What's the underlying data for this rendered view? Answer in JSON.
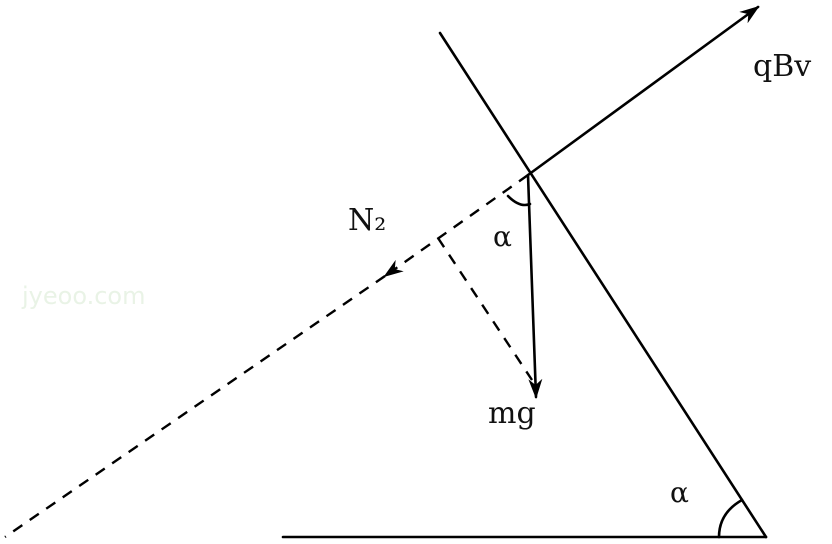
{
  "labels": {
    "qbv": "qBv",
    "n2": "N₂",
    "alpha_top": "α",
    "mg": "mg",
    "alpha_bottom": "α"
  },
  "watermark": "jyeoo.com",
  "colors": {
    "stroke": "#000000",
    "text": "#111111"
  }
}
